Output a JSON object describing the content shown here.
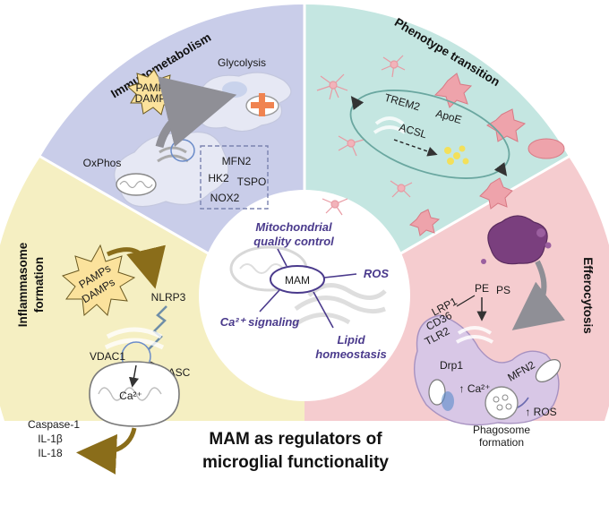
{
  "title": {
    "line1": "MAM as regulators of",
    "line2": "microglial functionality"
  },
  "center": {
    "mam_label": "MAM",
    "functions": [
      "Mitochondrial",
      "quality control",
      "ROS",
      "Ca²⁺ signaling",
      "Lipid",
      "homeostasis"
    ]
  },
  "sections": {
    "immunometabolism": {
      "title": "Immunometabolism",
      "pamps": "PAMPs",
      "damps": "DAMPs",
      "glycolysis": "Glycolysis",
      "oxphos": "OxPhos",
      "box_labels": [
        "MFN2",
        "HK2",
        "TSPO",
        "NOX2"
      ]
    },
    "phenotype": {
      "title": "Phenotype transition",
      "labels": [
        "TREM2",
        "ApoE",
        "ACSL"
      ]
    },
    "inflammasome": {
      "title_line1": "Inflammasome",
      "title_line2": "formation",
      "pamps": "PAMPs",
      "damps": "DAMPs",
      "labels": [
        "NLRP3",
        "VDAC1",
        "ASC",
        "Ca²⁺"
      ],
      "outputs": [
        "Caspase-1",
        "IL-1β",
        "IL-18"
      ]
    },
    "efferocytosis": {
      "title": "Efferocytosis",
      "labels": [
        "PE",
        "PS",
        "LRP1",
        "CD36",
        "TLR2",
        "Drp1",
        "MFN2",
        "↑ Ca²⁺",
        "↑ ROS"
      ],
      "phagosome_line1": "Phagosome",
      "phagosome_line2": "formation"
    }
  },
  "colors": {
    "immunometabolism": "#c9cde9",
    "phenotype": "#c4e6e1",
    "inflammasome": "#f5efc2",
    "efferocytosis": "#f5cccf",
    "accent": "#4a3a8c"
  }
}
